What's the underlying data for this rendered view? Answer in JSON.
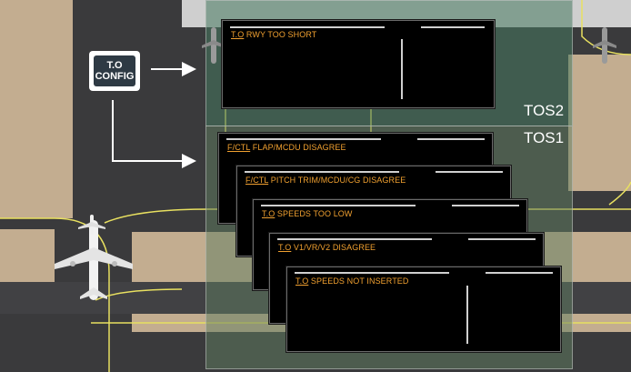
{
  "button": {
    "line1": "T.O",
    "line2": "CONFIG"
  },
  "zones": {
    "tos2": "TOS2",
    "tos1": "TOS1"
  },
  "tos2_display": {
    "prefix": "T.O",
    "text": " RWY TOO SHORT"
  },
  "tos1_displays": [
    {
      "prefix": "F/CTL",
      "text": " FLAP/MCDU DISAGREE"
    },
    {
      "prefix": "F/CTL",
      "text": " PITCH TRIM/MCDU/CG DISAGREE"
    },
    {
      "prefix": "T.O",
      "text": " SPEEDS TOO LOW"
    },
    {
      "prefix": "T.O",
      "text": " V1/VR/V2 DISAGREE"
    },
    {
      "prefix": "T.O",
      "text": " SPEEDS NOT INSERTED"
    }
  ],
  "colors": {
    "amber": "#f0a030",
    "taxi_line": "#e8e060",
    "ground": "#c3ad90",
    "runway": "#414144"
  }
}
